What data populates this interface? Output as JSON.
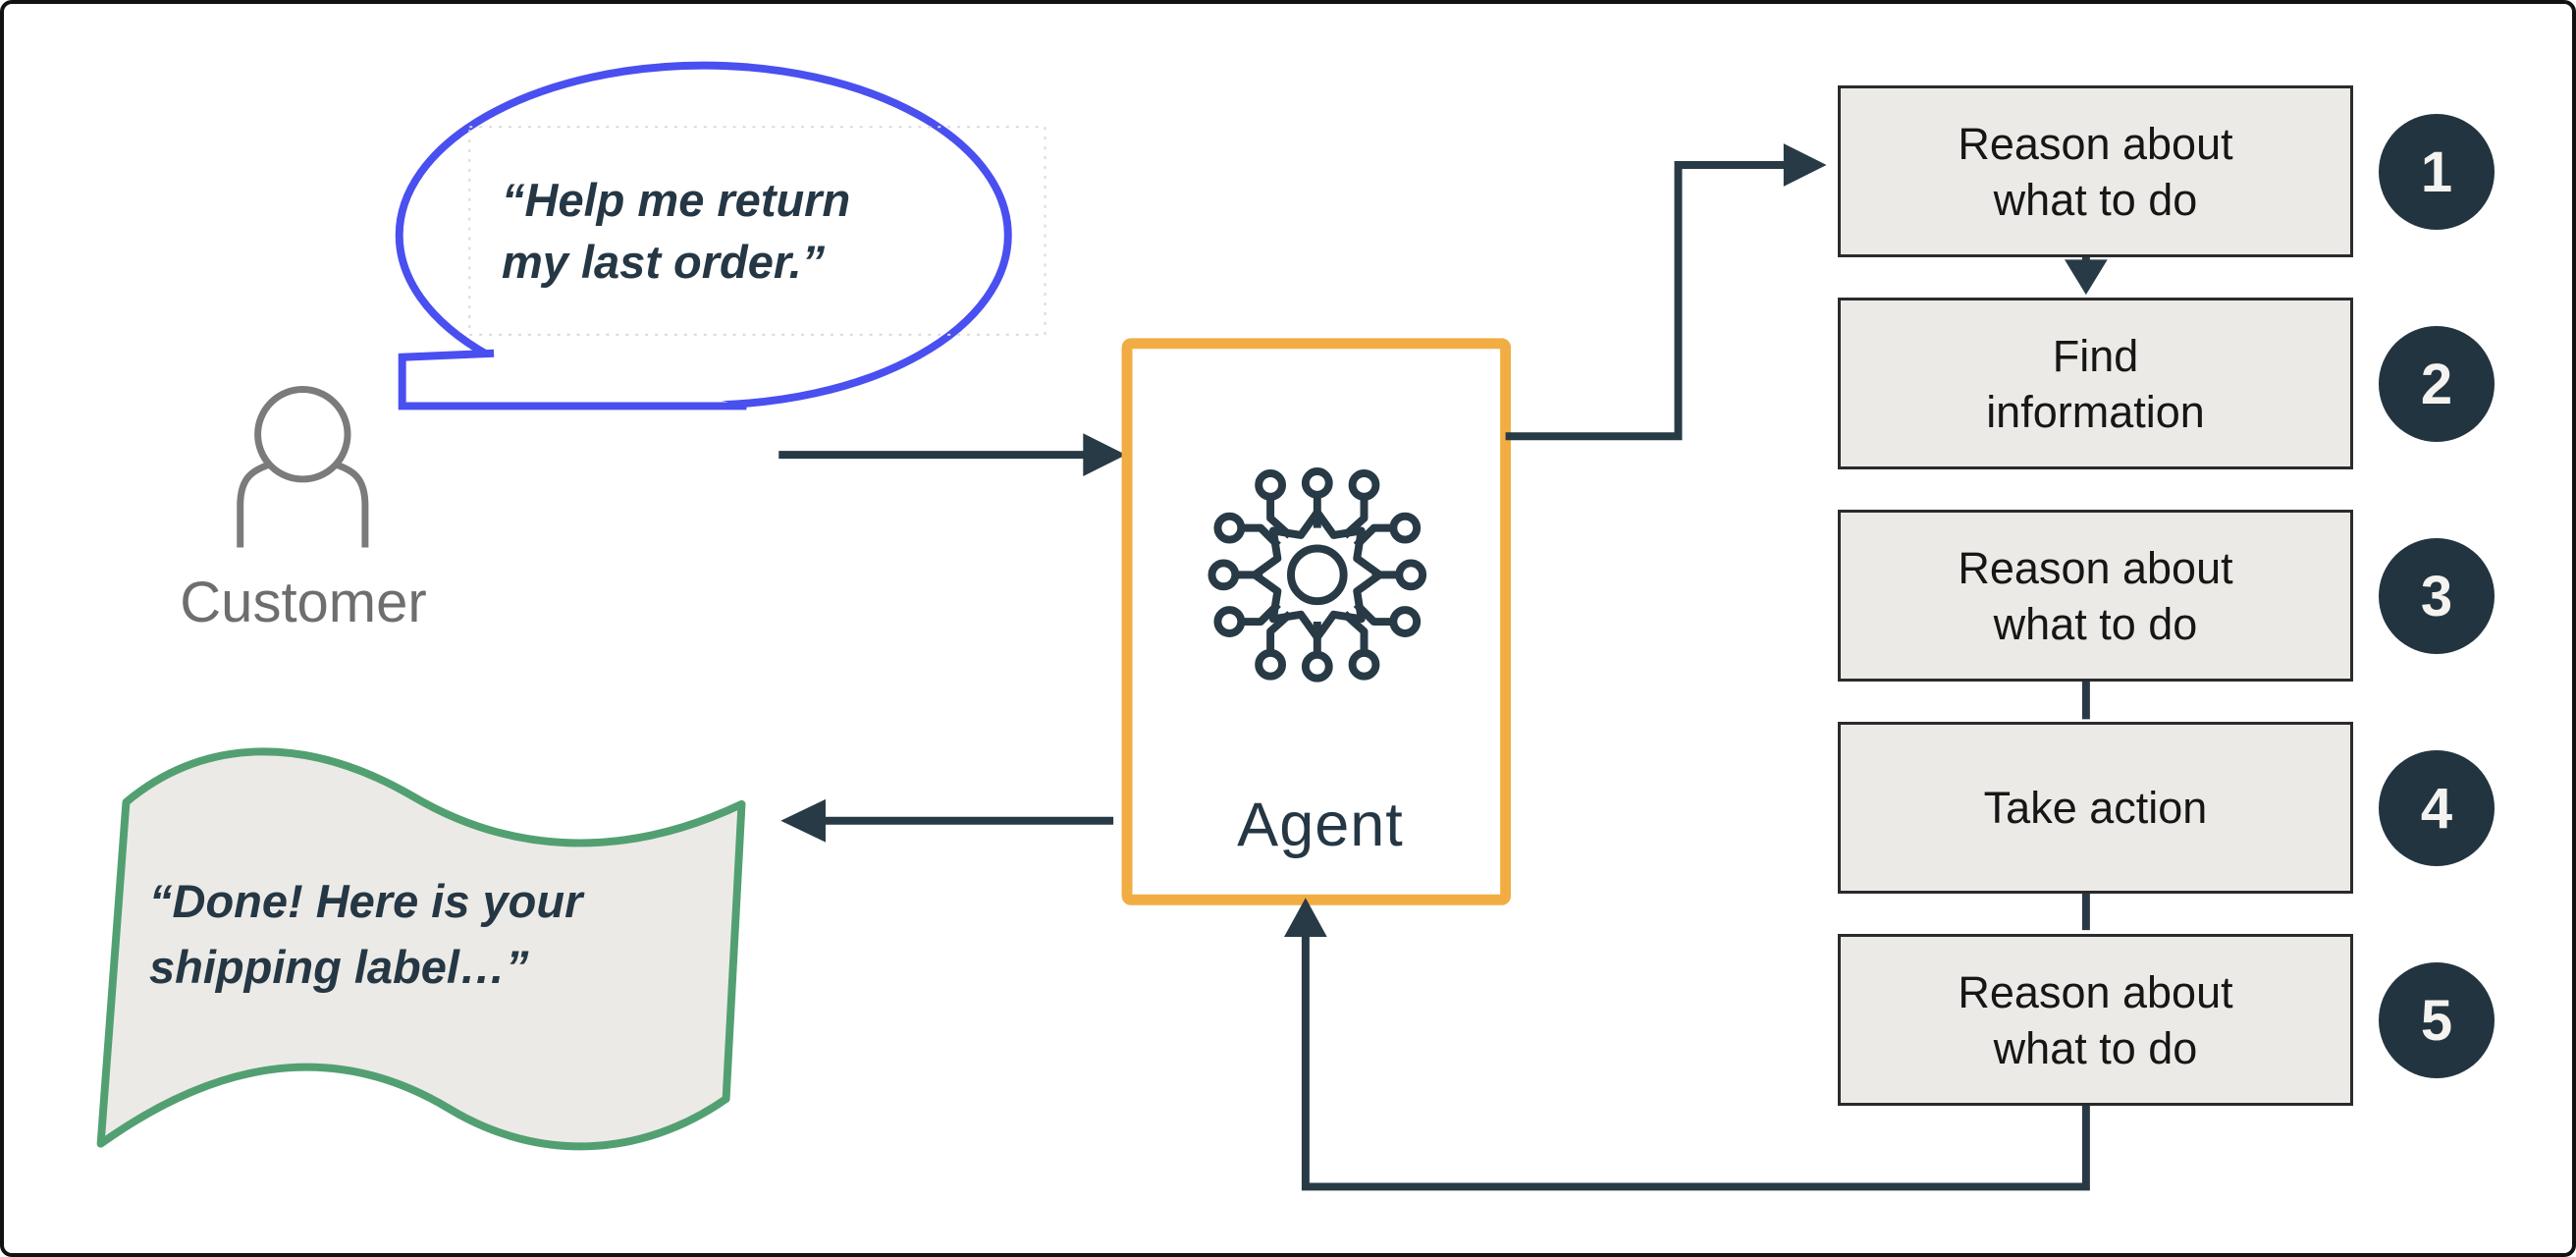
{
  "customer": {
    "label": "Customer",
    "speech": {
      "line1": "“Help me return",
      "line2": "my last order.”"
    }
  },
  "agent": {
    "label": "Agent"
  },
  "steps": [
    {
      "number": "1",
      "label": "Reason about\nwhat to do"
    },
    {
      "number": "2",
      "label": "Find\ninformation"
    },
    {
      "number": "3",
      "label": "Reason about\nwhat to do"
    },
    {
      "number": "4",
      "label": "Take action"
    },
    {
      "number": "5",
      "label": "Reason about\nwhat to do"
    }
  ],
  "output_banner": {
    "line1": "“Done! Here is your",
    "line2": "shipping label…”"
  },
  "colors": {
    "bubble_blue": "#4A4FF0",
    "accent_orange": "#F1AD44",
    "banner_green": "#52A072",
    "ink": "#273A45",
    "badge_dark": "#223440",
    "box_fill": "#eceae6",
    "gray": "#7b7b7b"
  }
}
